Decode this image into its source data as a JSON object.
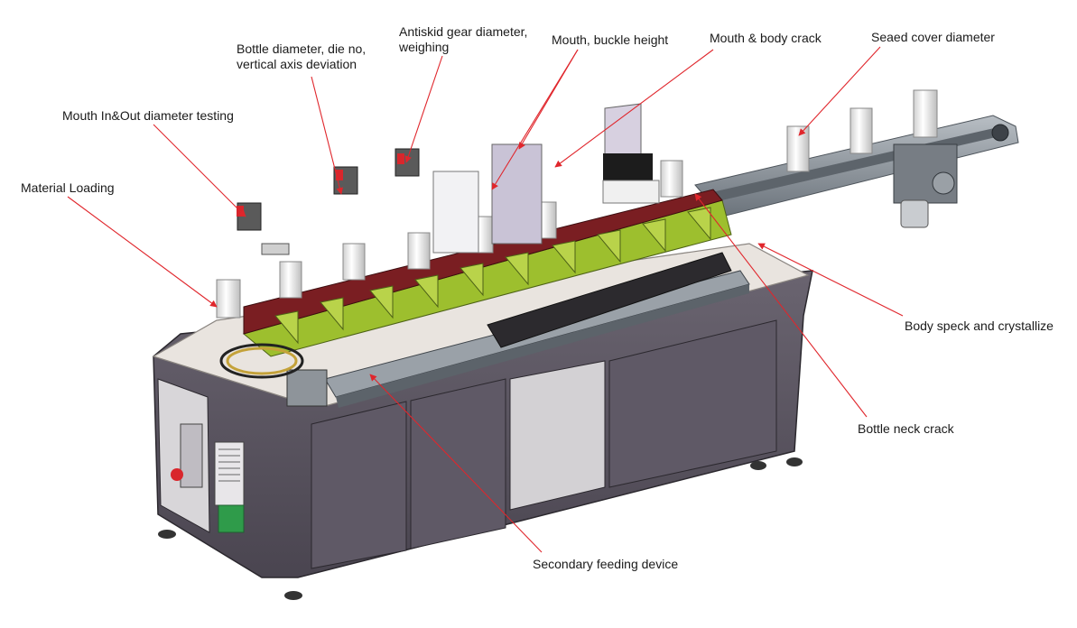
{
  "labels": {
    "mouth_inout": "Mouth In&Out diameter testing",
    "material_loading": "Material Loading",
    "bottle_diameter_line1": "Bottle diameter, die no,",
    "bottle_diameter_line2": "vertical axis deviation",
    "antiskid_line1": "Antiskid gear diameter,",
    "antiskid_line2": "weighing",
    "mouth_buckle": "Mouth, buckle height",
    "mouth_body_crack": "Mouth & body crack",
    "sealed_cover": "Seaed cover diameter",
    "body_speck": "Body speck and crystallize",
    "bottle_neck_crack": "Bottle neck crack",
    "secondary_feeding": "Secondary feeding device"
  },
  "colors": {
    "leader": "#e0262c",
    "cabinet": "#5a5460",
    "cabinet_dark": "#3d3842",
    "top_plate": "#e9e4df",
    "tray_green": "#9dbf2e",
    "tray_red": "#7a1e22",
    "rail": "#7d858e",
    "label_text": "#1a1a1a"
  }
}
